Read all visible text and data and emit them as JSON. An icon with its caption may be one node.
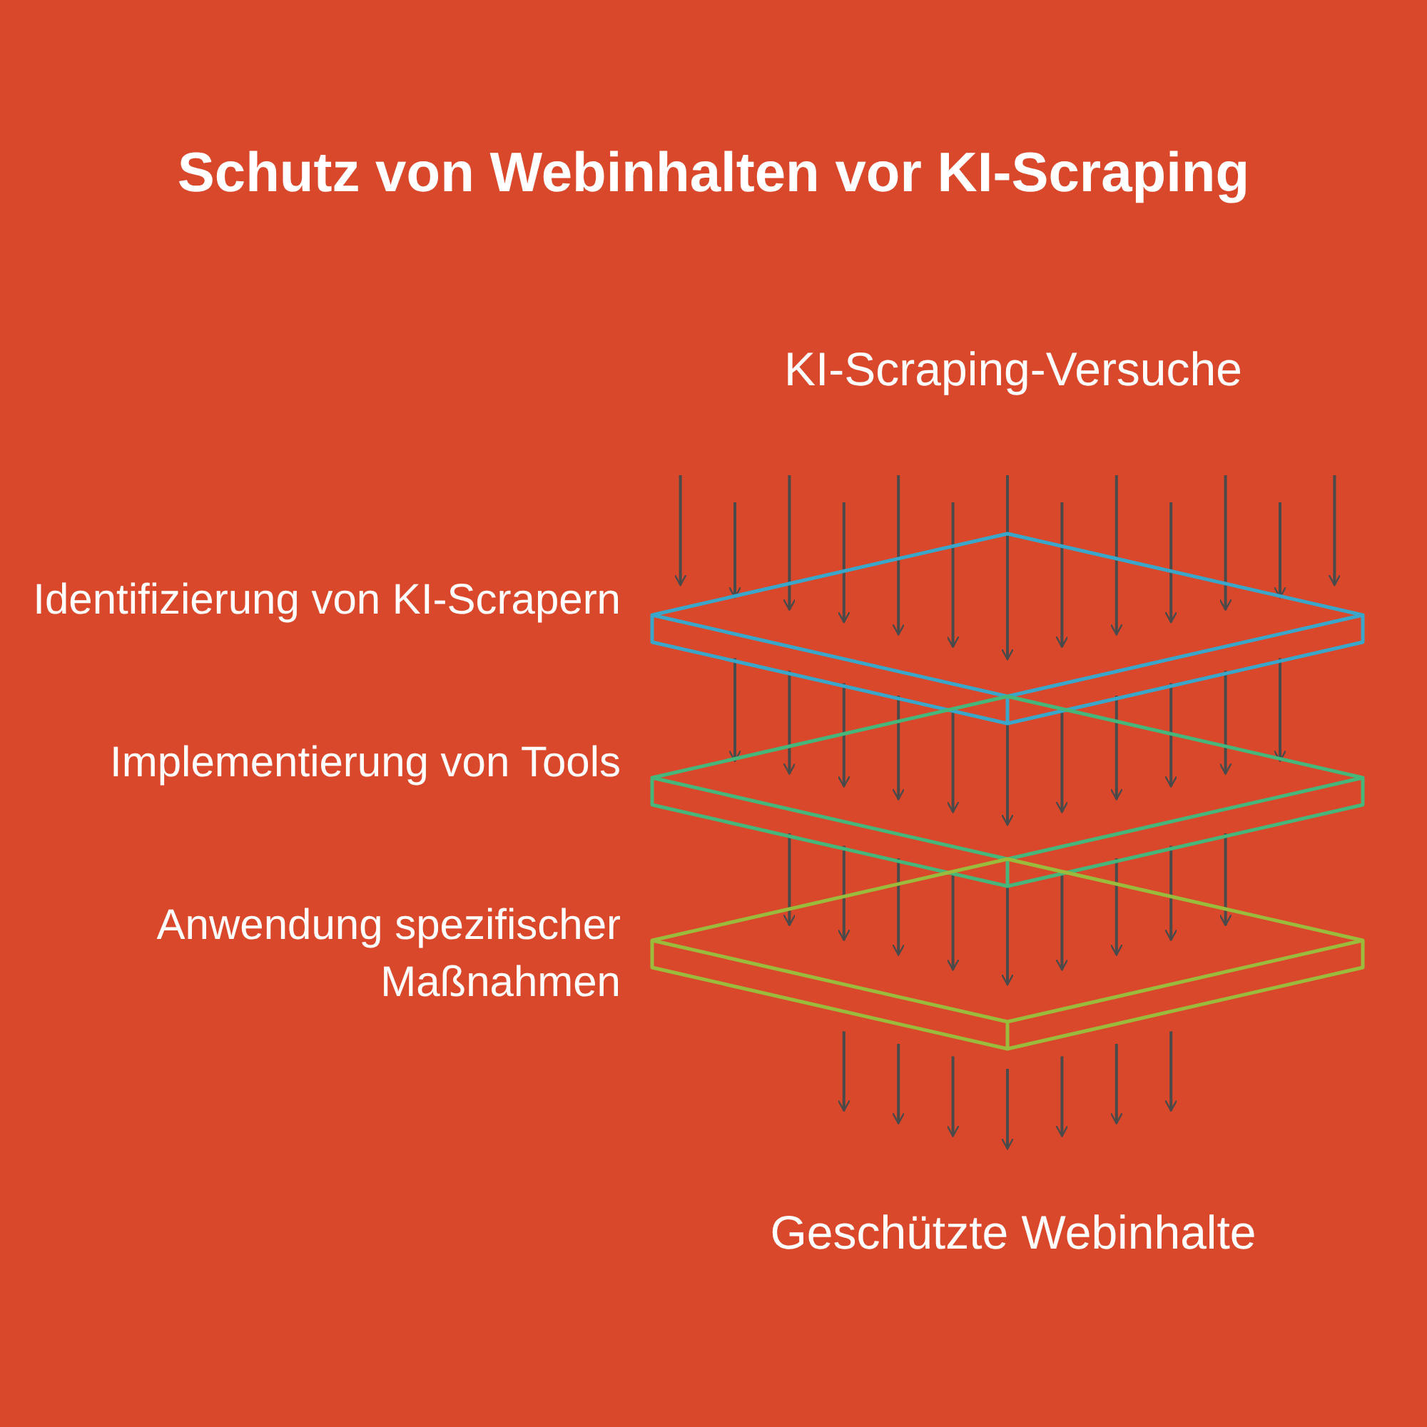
{
  "diagram": {
    "title": "Schutz von Webinhalten vor KI-Scraping",
    "nodes": [
      {
        "text": [
          "KI-Scraping-Versuche"
        ]
      },
      {
        "text": [],
        "shape": "diamond",
        "beside": [
          "Identifizierung von KI-Scrapern"
        ]
      },
      {
        "text": [],
        "shape": "diamond",
        "beside": [
          "Implementierung von Tools"
        ]
      },
      {
        "text": [],
        "shape": "diamond",
        "beside": [
          "Anwendung spezifischer Maßnahmen"
        ]
      },
      {
        "text": [
          "Geschützte Webinhalte"
        ]
      }
    ],
    "edges": [
      {
        "from": null,
        "to": 1,
        "arrow": "to"
      },
      {
        "from": null,
        "to": 1,
        "arrow": "to"
      },
      {
        "from": null,
        "to": 1,
        "arrow": "to"
      },
      {
        "from": null,
        "to": 1,
        "arrow": "to"
      },
      {
        "from": null,
        "to": 1,
        "arrow": "to"
      },
      {
        "from": null,
        "to": 1,
        "arrow": "to"
      },
      {
        "from": null,
        "to": 1,
        "arrow": "to"
      },
      {
        "from": null,
        "to": 1,
        "arrow": "to"
      },
      {
        "from": null,
        "to": 1,
        "arrow": "to"
      },
      {
        "from": null,
        "to": 1,
        "arrow": "to"
      },
      {
        "from": null,
        "to": 1,
        "arrow": "to"
      },
      {
        "from": null,
        "to": 1,
        "arrow": "to"
      },
      {
        "from": null,
        "to": 1,
        "arrow": "to"
      },
      {
        "from": 1,
        "to": 2,
        "arrow": "to"
      },
      {
        "from": 1,
        "to": 2,
        "arrow": "to"
      },
      {
        "from": 1,
        "to": 2,
        "arrow": "to"
      },
      {
        "from": 1,
        "to": 2,
        "arrow": "to"
      },
      {
        "from": 1,
        "to": 2,
        "arrow": "to"
      },
      {
        "from": 1,
        "to": 2,
        "arrow": "to"
      },
      {
        "from": 1,
        "to": 2,
        "arrow": "to"
      },
      {
        "from": 1,
        "to": 2,
        "arrow": "to"
      },
      {
        "from": 1,
        "to": 2,
        "arrow": "to"
      },
      {
        "from": 1,
        "to": 2,
        "arrow": "to"
      },
      {
        "from": 1,
        "to": 2,
        "arrow": "to"
      },
      {
        "from": 2,
        "to": 3,
        "arrow": "to"
      },
      {
        "from": 2,
        "to": 3,
        "arrow": "to"
      },
      {
        "from": 2,
        "to": 3,
        "arrow": "to"
      },
      {
        "from": 2,
        "to": 3,
        "arrow": "to"
      },
      {
        "from": 2,
        "to": 3,
        "arrow": "to"
      },
      {
        "from": 2,
        "to": 3,
        "arrow": "to"
      },
      {
        "from": 2,
        "to": 3,
        "arrow": "to"
      },
      {
        "from": 2,
        "to": 3,
        "arrow": "to"
      },
      {
        "from": 2,
        "to": 3,
        "arrow": "to"
      },
      {
        "from": 3,
        "to": null,
        "arrow": "to"
      },
      {
        "from": 3,
        "to": null,
        "arrow": "to"
      },
      {
        "from": 3,
        "to": null,
        "arrow": "to"
      },
      {
        "from": 3,
        "to": null,
        "arrow": "to"
      },
      {
        "from": 3,
        "to": null,
        "arrow": "to"
      },
      {
        "from": 3,
        "to": null,
        "arrow": "to"
      },
      {
        "from": 3,
        "to": null,
        "arrow": "to"
      }
    ]
  }
}
